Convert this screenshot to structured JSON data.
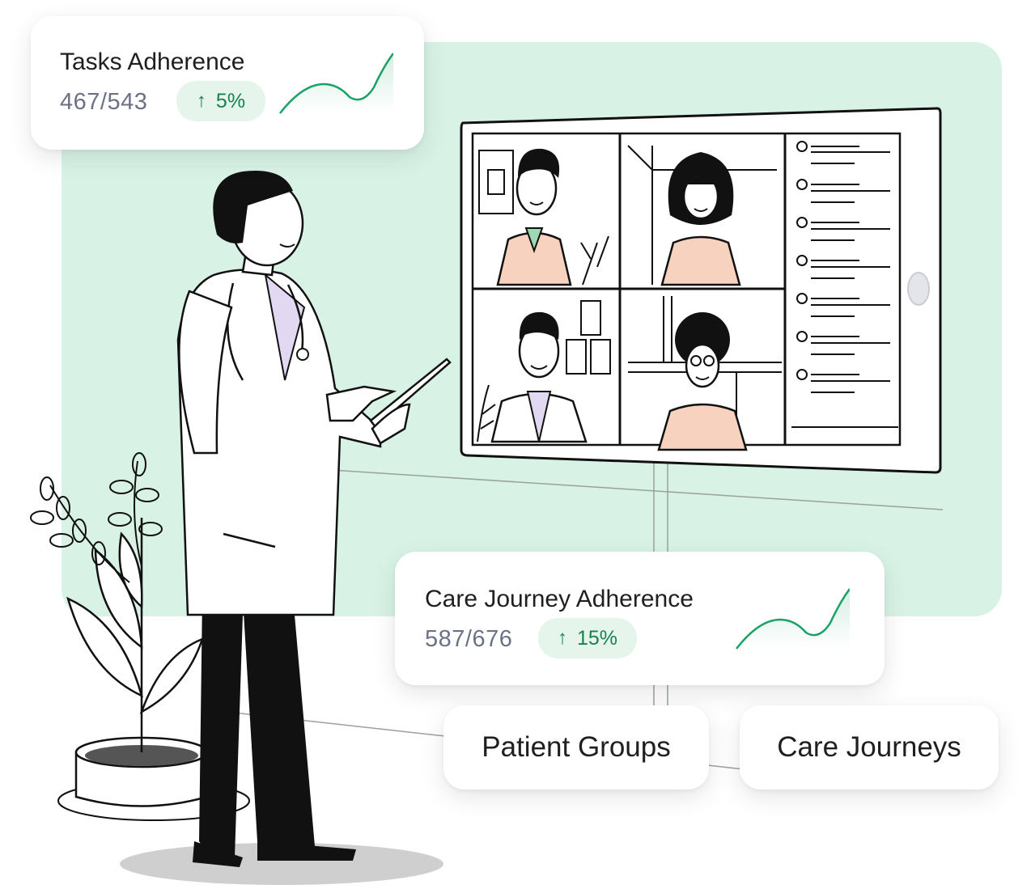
{
  "colors": {
    "background_panel": "#d8f3e6",
    "accent_green": "#17824e",
    "badge_bg": "#e6f5ec",
    "sparkline": "#1aa165",
    "muted_text": "#6b7285",
    "coat_tie": "#e3d8f2",
    "skin_shirt": "#f6d2bf"
  },
  "cards": {
    "tasks": {
      "title": "Tasks Adherence",
      "value": "467/543",
      "change": "5%",
      "trend_icon": "arrow-up-icon"
    },
    "care_journey": {
      "title": "Care Journey Adherence",
      "value": "587/676",
      "change": "15%",
      "trend_icon": "arrow-up-icon"
    }
  },
  "pills": {
    "patient_groups": "Patient Groups",
    "care_journeys": "Care Journeys"
  },
  "illustration": {
    "subject": "doctor-with-tablet-icon",
    "screen": "video-call-grid-icon",
    "participants": 4,
    "list_items": 7,
    "plant": "potted-plant-icon"
  }
}
